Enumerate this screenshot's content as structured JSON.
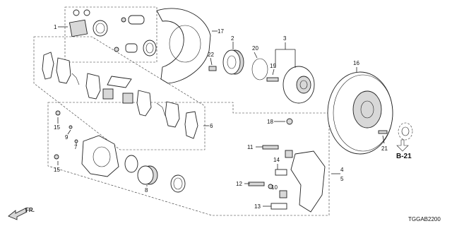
{
  "diagram_code": "TGGAB2200",
  "ref_label": "B-21",
  "direction_label": "FR.",
  "callouts": {
    "c1": "1",
    "c2": "2",
    "c3": "3",
    "c4": "4",
    "c5": "5",
    "c6": "6",
    "c7": "7",
    "c8": "8",
    "c9": "9",
    "c10": "10",
    "c11": "11",
    "c12": "12",
    "c13": "13",
    "c14": "14",
    "c15a": "15",
    "c15b": "15",
    "c16": "16",
    "c17": "17",
    "c18": "18",
    "c19": "19",
    "c20": "20",
    "c21": "21",
    "c22": "22"
  }
}
